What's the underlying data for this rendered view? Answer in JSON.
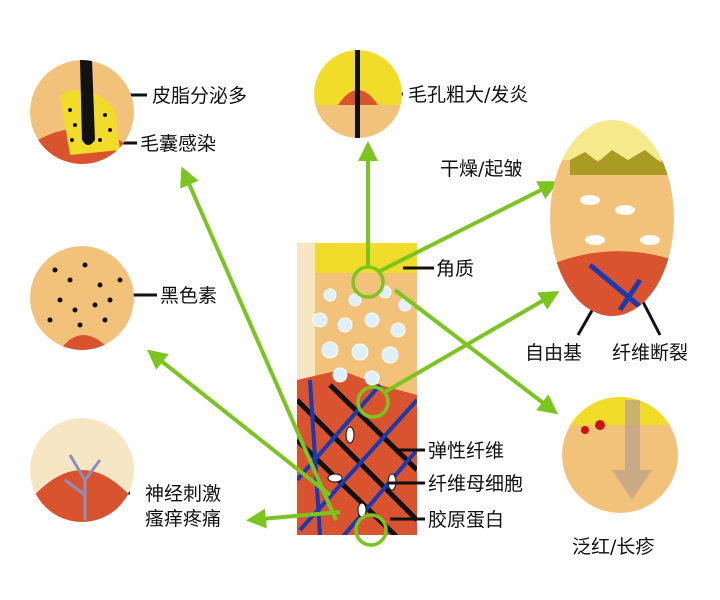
{
  "diagram": {
    "type": "skin-layer-diagram",
    "colors": {
      "arrow": "#7cc520",
      "dermis": "#d9532f",
      "epidermis": "#f2c27a",
      "stratum": "#f2dc2a",
      "elastic_fiber": "#1a3ab0",
      "collagen": "#111111"
    },
    "center_labels": {
      "stratum_corneum": "角质",
      "elastic_fiber": "弹性纤维",
      "fibroblast": "纤维母细胞",
      "collagen": "胶原蛋白"
    },
    "callouts": {
      "sebum": "皮脂分泌多",
      "follicle": "毛囊感染",
      "pores": "毛孔粗大/发炎",
      "dryness": "干燥/起皱",
      "free_radical": "自由基",
      "fiber_break": "纤维断裂",
      "melanin": "黑色素",
      "nerve_line1": "神经刺激",
      "nerve_line2": "瘙痒疼痛",
      "redness": "泛红/长疹"
    }
  }
}
